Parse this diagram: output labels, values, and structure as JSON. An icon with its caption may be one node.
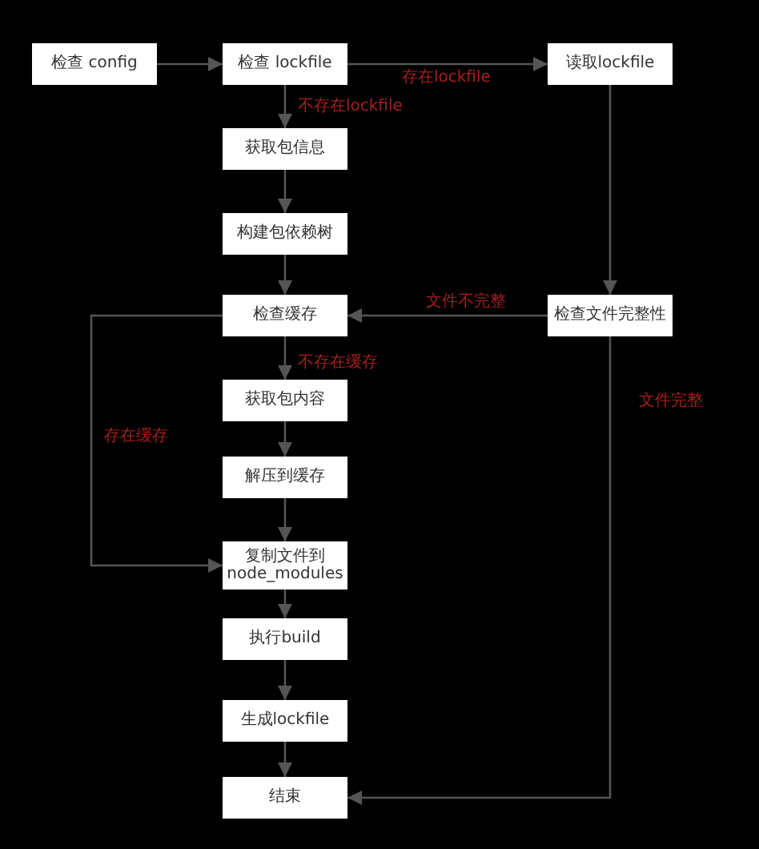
{
  "diagram": {
    "nodes": [
      {
        "text": [
          "检查 config"
        ]
      },
      {
        "text": [
          "检查 lockfile"
        ]
      },
      {
        "text": [
          "读取lockfile"
        ]
      },
      {
        "text": [
          "获取包信息"
        ]
      },
      {
        "text": [
          "构建包依赖树"
        ]
      },
      {
        "text": [
          "检查缓存"
        ]
      },
      {
        "text": [
          "检查文件完整性"
        ]
      },
      {
        "text": [
          "获取包内容"
        ]
      },
      {
        "text": [
          "解压到缓存"
        ]
      },
      {
        "text": [
          "复制文件到 node_modules"
        ]
      },
      {
        "text": [
          "执行build"
        ]
      },
      {
        "text": [
          "生成lockfile"
        ]
      },
      {
        "text": [
          "结束"
        ]
      }
    ],
    "edges": [
      {
        "from": 0,
        "to": 1,
        "arrow": "to"
      },
      {
        "from": 1,
        "to": 2,
        "arrow": "to",
        "label": "存在lockfile"
      },
      {
        "from": 1,
        "to": 3,
        "arrow": "to",
        "label": "不存在lockfile"
      },
      {
        "from": 3,
        "to": 4,
        "arrow": "to"
      },
      {
        "from": 4,
        "to": 5,
        "arrow": "to"
      },
      {
        "from": 2,
        "to": 6,
        "arrow": "to"
      },
      {
        "from": 6,
        "to": 5,
        "arrow": "to",
        "label": "文件不完整"
      },
      {
        "from": 5,
        "to": 7,
        "arrow": "to",
        "label": "不存在缓存"
      },
      {
        "from": 7,
        "to": 8,
        "arrow": "to"
      },
      {
        "from": 5,
        "to": 9,
        "arrow": "to",
        "label": "存在缓存"
      },
      {
        "from": 8,
        "to": 9,
        "arrow": "to"
      },
      {
        "from": 9,
        "to": 10,
        "arrow": "to"
      },
      {
        "from": 10,
        "to": 11,
        "arrow": "to"
      },
      {
        "from": 11,
        "to": 12,
        "arrow": "to"
      },
      {
        "from": 6,
        "to": 12,
        "arrow": "to",
        "label": "文件完整"
      }
    ]
  }
}
